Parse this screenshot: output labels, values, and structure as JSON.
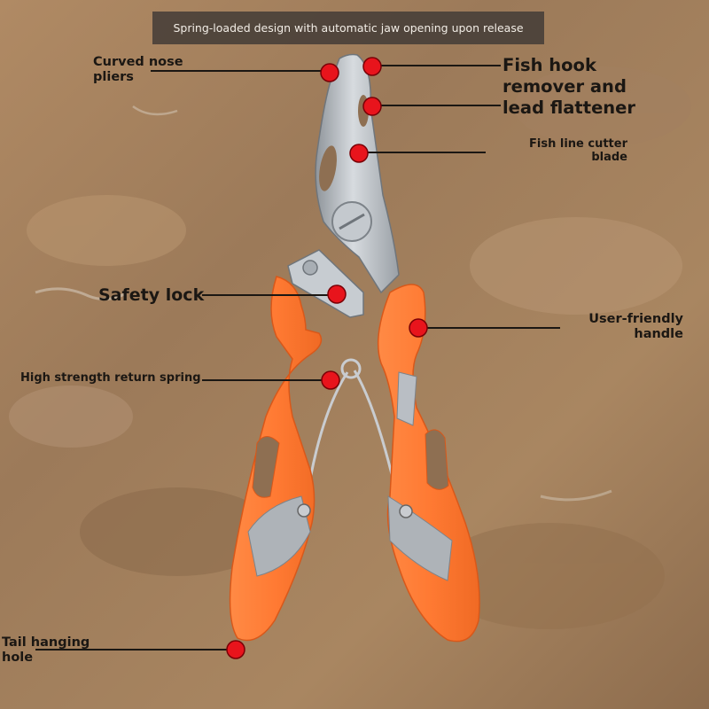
{
  "banner": "Spring-loaded design with automatic jaw opening upon release",
  "labels": {
    "curved_nose": "Curved nose\npliers",
    "hook_remover": "Fish hook\nremover and\nlead flattener",
    "line_cutter": "Fish line cutter\nblade",
    "safety_lock": "Safety lock",
    "handle": "User-friendly\nhandle",
    "spring": "High strength return spring",
    "tail_hole": "Tail hanging\nhole"
  },
  "colors": {
    "handle_orange": "#ff7a33",
    "marker_red": "#e8141c",
    "steel": "#b9bec4",
    "stone": "#a27d59",
    "banner_bg": "#463e38"
  }
}
